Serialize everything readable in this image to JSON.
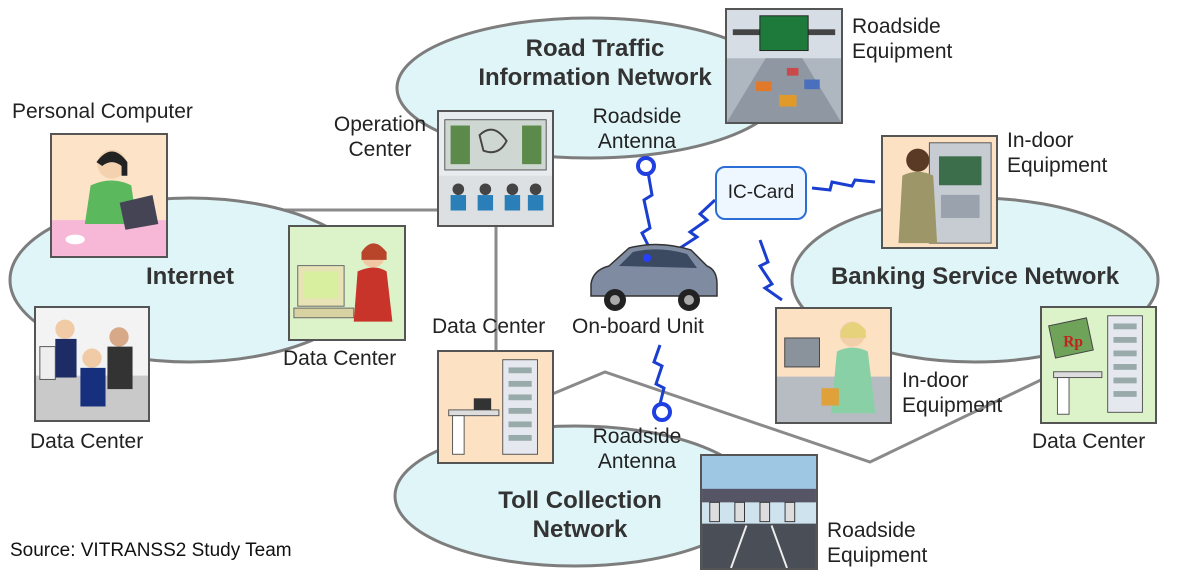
{
  "networks": {
    "road_traffic": [
      "Road Traffic",
      "Information Network"
    ],
    "internet": "Internet",
    "banking": "Banking Service Network",
    "toll": [
      "Toll Collection",
      "Network"
    ]
  },
  "labels": {
    "personal_computer": "Personal Computer",
    "operation_center": [
      "Operation",
      "Center"
    ],
    "roadside_antenna_top": [
      "Roadside",
      "Antenna"
    ],
    "roadside_equipment_top": [
      "Roadside",
      "Equipment"
    ],
    "indoor_equipment_top": [
      "In-door",
      "Equipment"
    ],
    "ic_card": "IC-Card",
    "data_center_left": "Data Center",
    "data_center_internet": "Data Center",
    "data_center_middle": "Data Center",
    "onboard_unit": "On-board Unit",
    "indoor_equipment_bottom": [
      "In-door",
      "Equipment"
    ],
    "data_center_right": "Data Center",
    "roadside_antenna_bottom": [
      "Roadside",
      "Antenna"
    ],
    "roadside_equipment_bottom": [
      "Roadside",
      "Equipment"
    ]
  },
  "source": "Source: VITRANSS2 Study Team",
  "colors": {
    "network_fill": "#dff5f8",
    "network_stroke": "#7d7d7d",
    "link_blue": "#1a3fd0",
    "card_border": "#2b6fd6",
    "antenna_blue": "#1f3fe0"
  }
}
